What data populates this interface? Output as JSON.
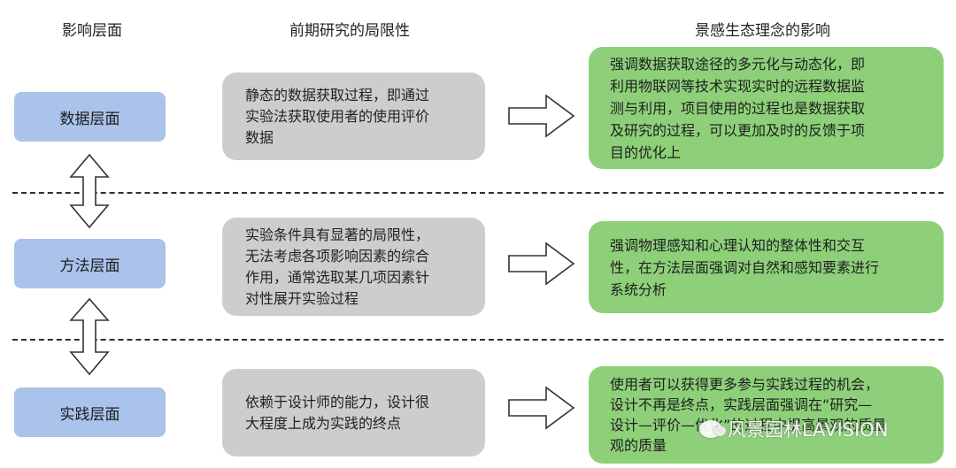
{
  "headers": {
    "level": "影响层面",
    "limits": "前期研究的局限性",
    "influence": "景感生态理念的影响"
  },
  "rows": [
    {
      "level": "数据层面",
      "limit": "静态的数据获取过程，即通过\n实验法获取使用者的使用评价\n数据",
      "influence": "强调数据获取途径的多元化与动态化，即\n利用物联网等技术实现实时的远程数据监\n测与利用，项目使用的过程也是数据获取\n及研究的过程，可以更加及时的反馈于项\n目的优化上"
    },
    {
      "level": "方法层面",
      "limit": "实验条件具有显著的局限性，\n无法考虑各项影响因素的综合\n作用，通常选取某几项因素针\n对性展开实验过程",
      "influence": "强调物理感知和心理认知的整体性和交互\n性，在方法层面强调对自然和感知要素进行\n系统分析"
    },
    {
      "level": "实践层面",
      "limit": "依赖于设计师的能力，设计很\n大程度上成为实践的终点",
      "influence": "使用者可以获得更多参与实践过程的机会，\n设计不再是终点，实践层面强调在“研究—\n设计—评价—优化”的过程中提高景观的质量\n观的质量"
    }
  ],
  "watermark": "风景园林LAVISION",
  "colors": {
    "level_box": "#a9c3ea",
    "limit_box": "#cdcdcd",
    "influence_box": "#8ed079",
    "divider": "#2f2f2f"
  }
}
